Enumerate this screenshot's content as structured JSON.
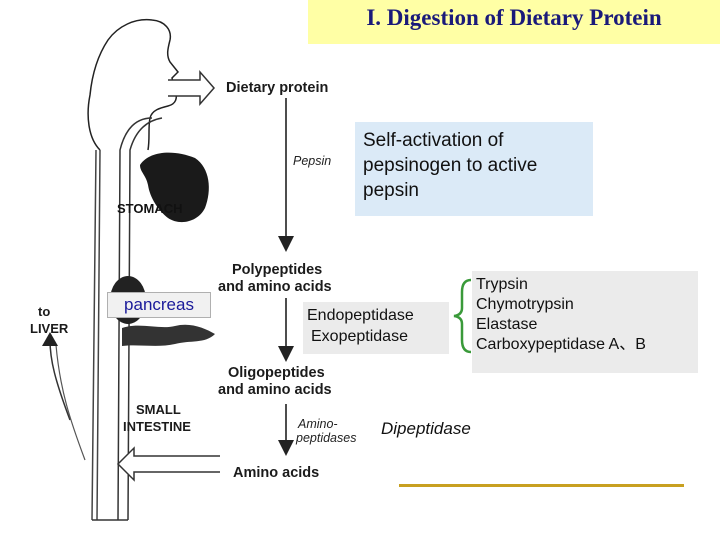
{
  "title": "I. Digestion of Dietary Protein",
  "labels": {
    "dietary_protein": "Dietary protein",
    "pepsin": "Pepsin",
    "stomach": "STOMACH",
    "polypeptides_line1": "Polypeptides",
    "polypeptides_line2": "and amino acids",
    "oligopeptides_line1": "Oligopeptides",
    "oligopeptides_line2": "and amino acids",
    "amino_peptidases_line1": "Amino-",
    "amino_peptidases_line2": "peptidases",
    "amino_acids": "Amino acids",
    "to": "to",
    "liver": "LIVER",
    "small": "SMALL",
    "intestine": "INTESTINE"
  },
  "annotations": {
    "self_activation": [
      "Self-activation of",
      "pepsinogen to active",
      "pepsin"
    ],
    "pancreas": "pancreas",
    "endopeptidase": "Endopeptidase",
    "exopeptidase": "Exopeptidase",
    "enzymes": [
      "Trypsin",
      "Chymotrypsin",
      "Elastase",
      "Carboxypeptidase A、B"
    ],
    "dipeptidase": "Dipeptidase"
  },
  "colors": {
    "title_bg": "#ffffa5",
    "title_text": "#1a1a7a",
    "note_bg": "#dbeaf7",
    "enzyme_bg": "#ebebeb",
    "pancreas_text": "#1a1a9a",
    "accent_line": "#c8a020"
  }
}
